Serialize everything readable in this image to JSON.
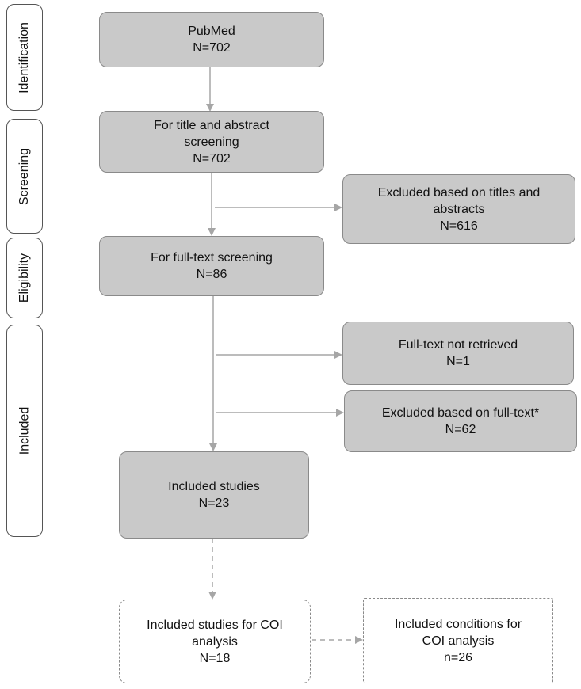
{
  "phases": {
    "identification": "Identification",
    "screening": "Screening",
    "eligibility": "Eligibility",
    "included": "Included"
  },
  "boxes": {
    "pubmed": {
      "line1": "PubMed",
      "count": "N=702"
    },
    "title_abstract": {
      "line1": "For title and abstract",
      "line2": "screening",
      "count": "N=702"
    },
    "excluded_titles": {
      "line1": "Excluded based on titles and",
      "line2": "abstracts",
      "count": "N=616"
    },
    "full_text": {
      "line1": "For full-text screening",
      "count": "N=86"
    },
    "not_retrieved": {
      "line1": "Full-text not retrieved",
      "count": "N=1"
    },
    "excluded_full_text": {
      "line1": "Excluded based on full-text*",
      "count": "N=62"
    },
    "included_studies": {
      "line1": "Included studies",
      "count": "N=23"
    },
    "coi_studies": {
      "line1": "Included studies for COI",
      "line2": "analysis",
      "count": "N=18"
    },
    "coi_conditions": {
      "line1": "Included conditions for",
      "line2": "COI analysis",
      "count": "n=26"
    }
  },
  "colors": {
    "box_fill": "#c9c9c9",
    "border": "#8a8a8a",
    "arrow": "#a6a6a6"
  }
}
